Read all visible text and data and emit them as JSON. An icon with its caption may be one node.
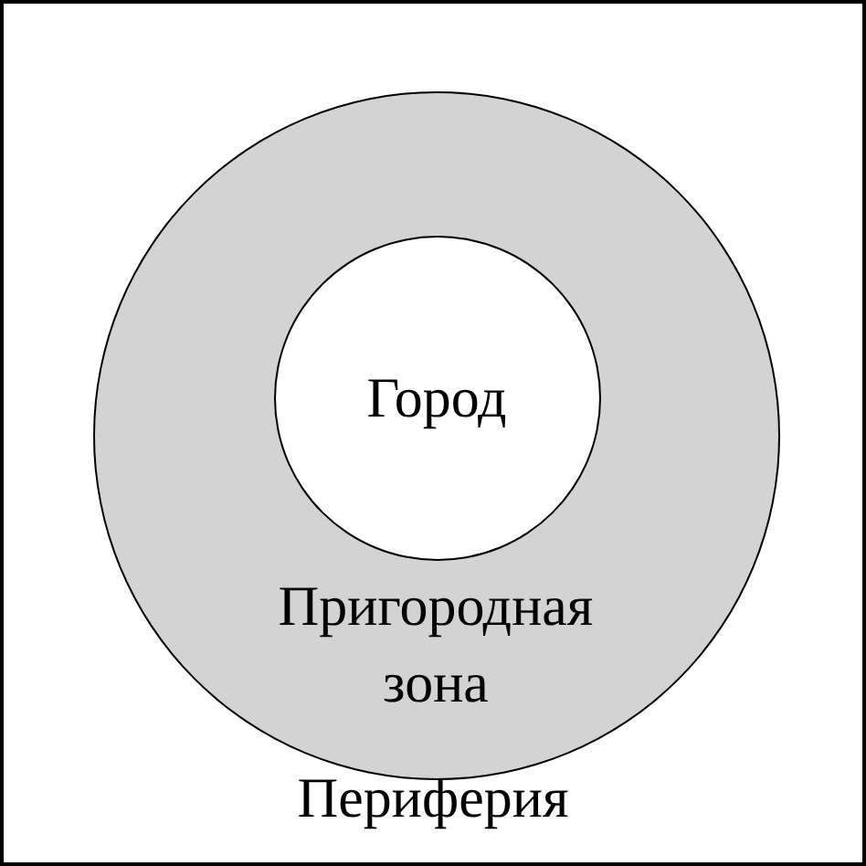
{
  "diagram": {
    "nodes": [
      {
        "text": [
          "Периферия"
        ]
      },
      {
        "text": [
          "Пригородная зона"
        ],
        "in": 0
      },
      {
        "text": [
          "Город"
        ],
        "in": 1
      }
    ]
  }
}
